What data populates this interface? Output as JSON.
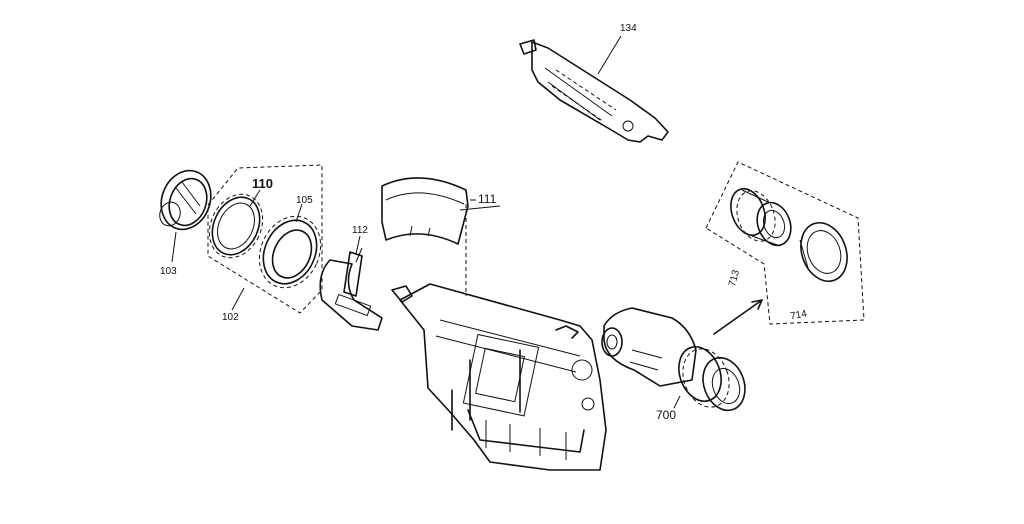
{
  "labels": {
    "l134": "134",
    "l110": "110",
    "l105": "105",
    "l111": "111",
    "l112": "112",
    "l103": "103",
    "l102": "102",
    "l713": "713",
    "l714": "714",
    "l700": "700"
  },
  "colors": {
    "ink": "#111111",
    "paper": "#ffffff"
  }
}
